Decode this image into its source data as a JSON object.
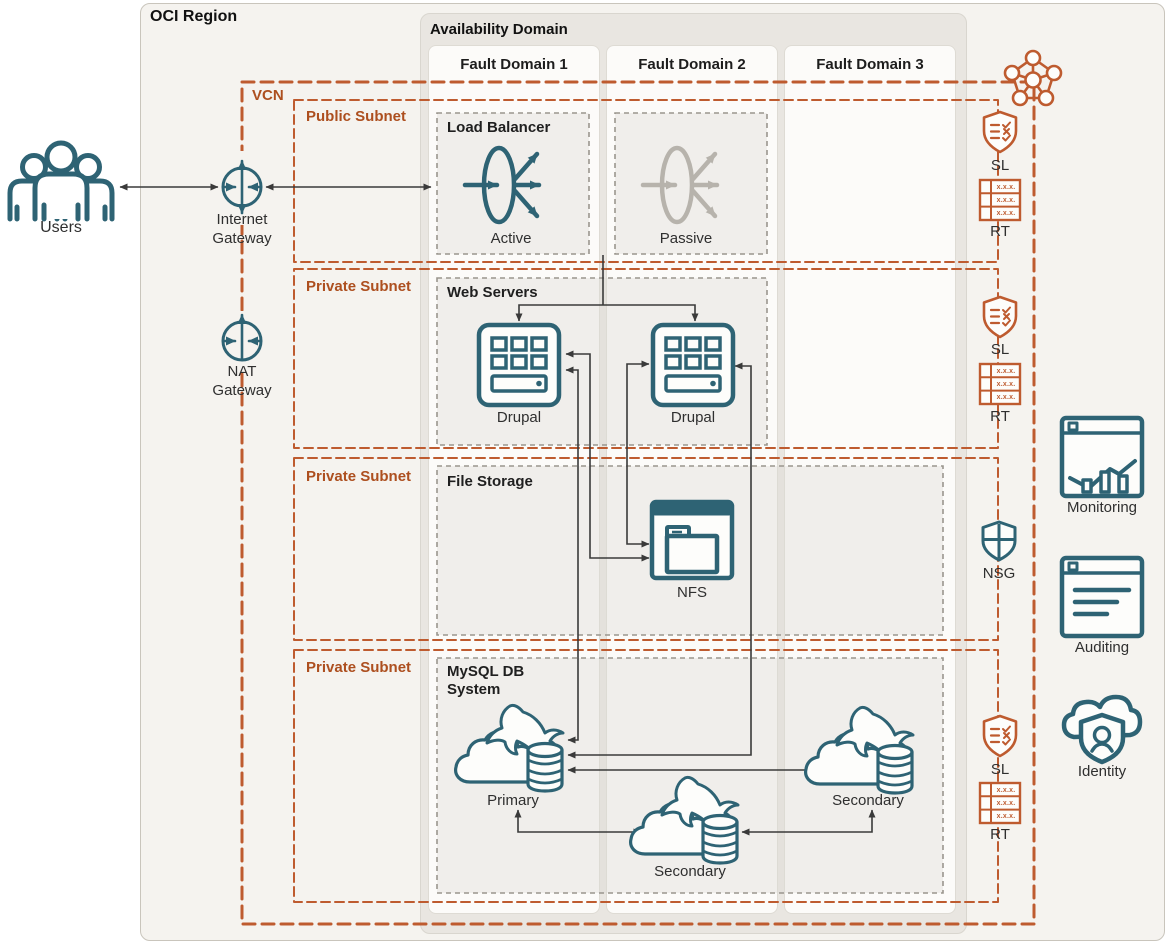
{
  "diagram": {
    "region_label": "OCI Region",
    "availability_domain_label": "Availability Domain",
    "fault_domains": [
      "Fault Domain 1",
      "Fault Domain 2",
      "Fault Domain 3"
    ],
    "vcn_label": "VCN",
    "subnet_labels": {
      "public": "Public Subnet",
      "private_web": "Private Subnet",
      "private_file": "Private Subnet",
      "private_db": "Private Subnet"
    },
    "groups": {
      "load_balancer": "Load Balancer",
      "web_servers": "Web Servers",
      "file_storage": "File Storage",
      "mysql_db_line1": "MySQL DB",
      "mysql_db_line2": "System"
    },
    "nodes": {
      "users": "Users",
      "internet_gateway_line1": "Internet",
      "internet_gateway_line2": "Gateway",
      "nat_gateway_line1": "NAT",
      "nat_gateway_line2": "Gateway",
      "lb_active": "Active",
      "lb_passive": "Passive",
      "drupal_fd1": "Drupal",
      "drupal_fd2": "Drupal",
      "nfs": "NFS",
      "mysql_primary": "Primary",
      "mysql_secondary_fd2": "Secondary",
      "mysql_secondary_fd3": "Secondary",
      "monitoring": "Monitoring",
      "auditing": "Auditing",
      "identity": "Identity"
    },
    "badges": {
      "security_list": "SL",
      "route_table": "RT",
      "nsg": "NSG",
      "route_table_row": "x.x.x."
    },
    "colors": {
      "teal": "#2E6374",
      "inactive_gray": "#B7B3AC",
      "orange_dash": "#BE5B2F",
      "orange_text": "#AD4F1F",
      "arrow": "#3A3A3A",
      "region_bg": "#F5F3EF",
      "ad_bg": "#E9E6E1",
      "fd_bg": "#FCFBF9"
    }
  }
}
